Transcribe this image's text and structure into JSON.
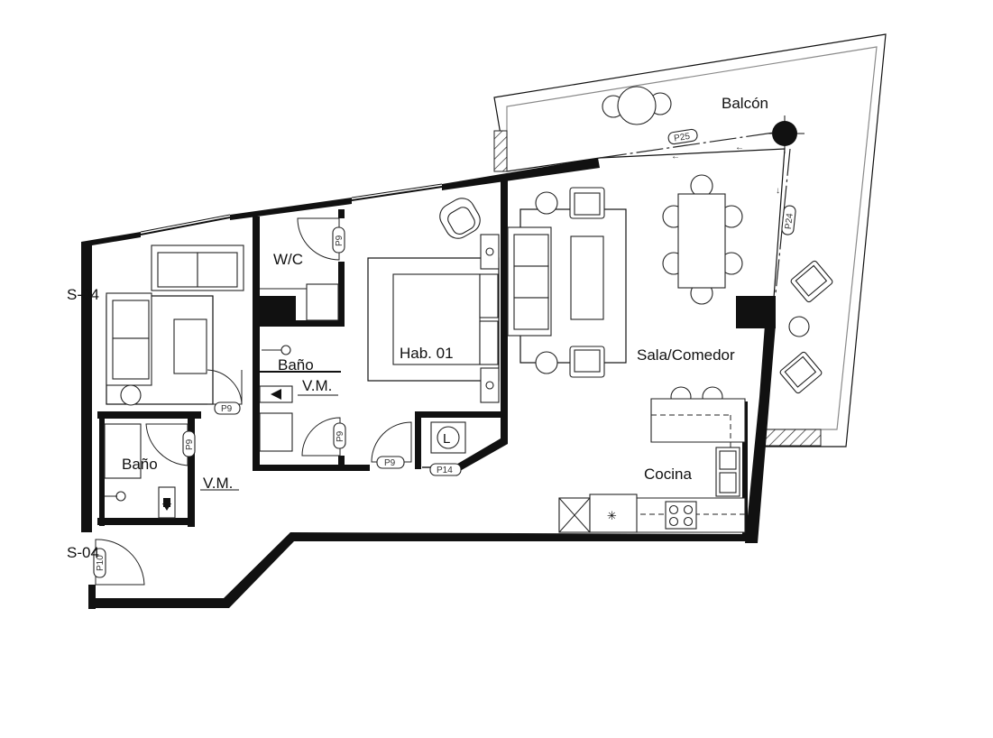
{
  "rooms": {
    "balcon": "Balcón",
    "sala_comedor": "Sala/Comedor",
    "cocina": "Cocina",
    "hab01": "Hab. 01",
    "wc": "W/C",
    "bano_center": "Baño",
    "vm_center": "V.M.",
    "bano_left": "Baño",
    "vm_left": "V.M.",
    "cut_top": "S-04",
    "cut_bottom": "S-04"
  },
  "tags": {
    "p25": "P25",
    "p24": "P24",
    "p9_wc": "P9",
    "p9_living": "P9",
    "p9_bano": "P9",
    "p9_hall": "P9",
    "p9_bottom": "P9",
    "p14": "P14",
    "p10": "P10"
  },
  "symbols": {
    "laundry": "L",
    "range_hood": "✳"
  },
  "colors": {
    "wall": "#111111",
    "line": "#222222",
    "railing": "#8a8a8a",
    "background": "#ffffff"
  }
}
